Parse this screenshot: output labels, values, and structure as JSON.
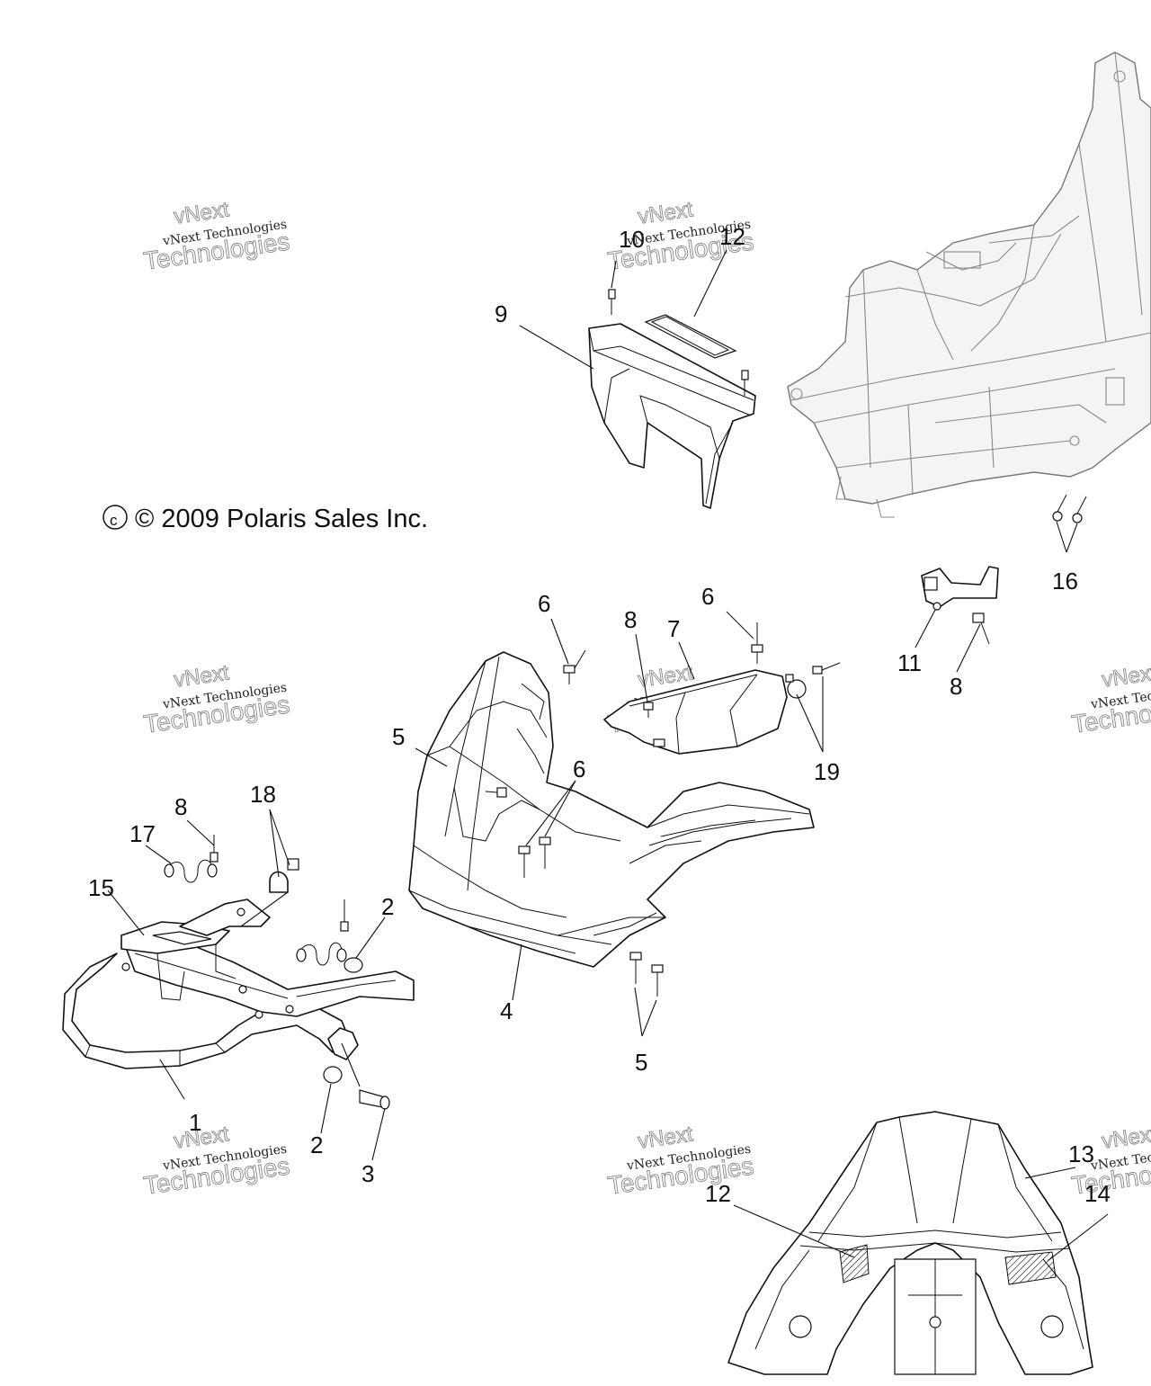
{
  "copyright": "© 2009 Polaris Sales Inc.",
  "watermark": {
    "line1": "vNext Technologies",
    "line2": "vNext",
    "line3": "Technologies"
  },
  "callouts": [
    {
      "id": "c10",
      "label": "10"
    },
    {
      "id": "c12a",
      "label": "12"
    },
    {
      "id": "c9",
      "label": "9"
    },
    {
      "id": "c16",
      "label": "16"
    },
    {
      "id": "c6a",
      "label": "6"
    },
    {
      "id": "c8a",
      "label": "8"
    },
    {
      "id": "c7",
      "label": "7"
    },
    {
      "id": "c6b",
      "label": "6"
    },
    {
      "id": "c11",
      "label": "11"
    },
    {
      "id": "c8b",
      "label": "8"
    },
    {
      "id": "c5a",
      "label": "5"
    },
    {
      "id": "c6c",
      "label": "6"
    },
    {
      "id": "c19",
      "label": "19"
    },
    {
      "id": "c18",
      "label": "18"
    },
    {
      "id": "c8c",
      "label": "8"
    },
    {
      "id": "c17",
      "label": "17"
    },
    {
      "id": "c15",
      "label": "15"
    },
    {
      "id": "c2a",
      "label": "2"
    },
    {
      "id": "c4",
      "label": "4"
    },
    {
      "id": "c5b",
      "label": "5"
    },
    {
      "id": "c1",
      "label": "1"
    },
    {
      "id": "c2b",
      "label": "2"
    },
    {
      "id": "c3",
      "label": "3"
    },
    {
      "id": "c13",
      "label": "13"
    },
    {
      "id": "c12b",
      "label": "12"
    },
    {
      "id": "c14",
      "label": "14"
    }
  ]
}
